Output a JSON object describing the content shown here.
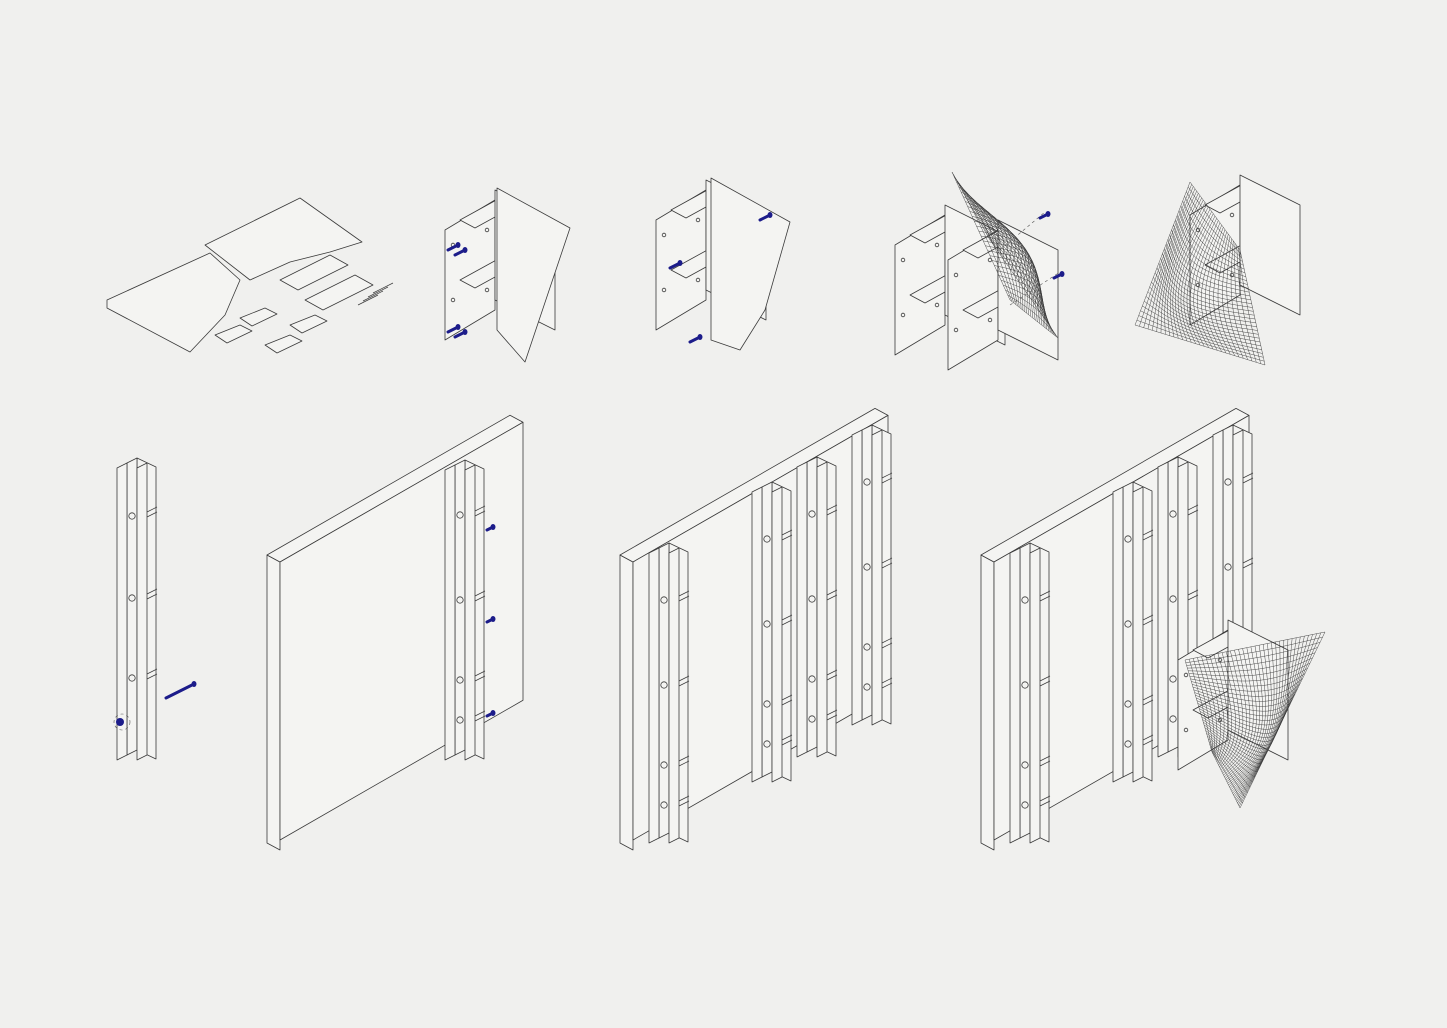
{
  "colors": {
    "background": "#f0f0ee",
    "line": "#3a3a3a",
    "fastener": "#1c1c8a",
    "panel_fill": "#f4f4f2"
  },
  "icons": [
    "bolt-icon",
    "mesh-surface",
    "channel-post",
    "wall-panel"
  ]
}
